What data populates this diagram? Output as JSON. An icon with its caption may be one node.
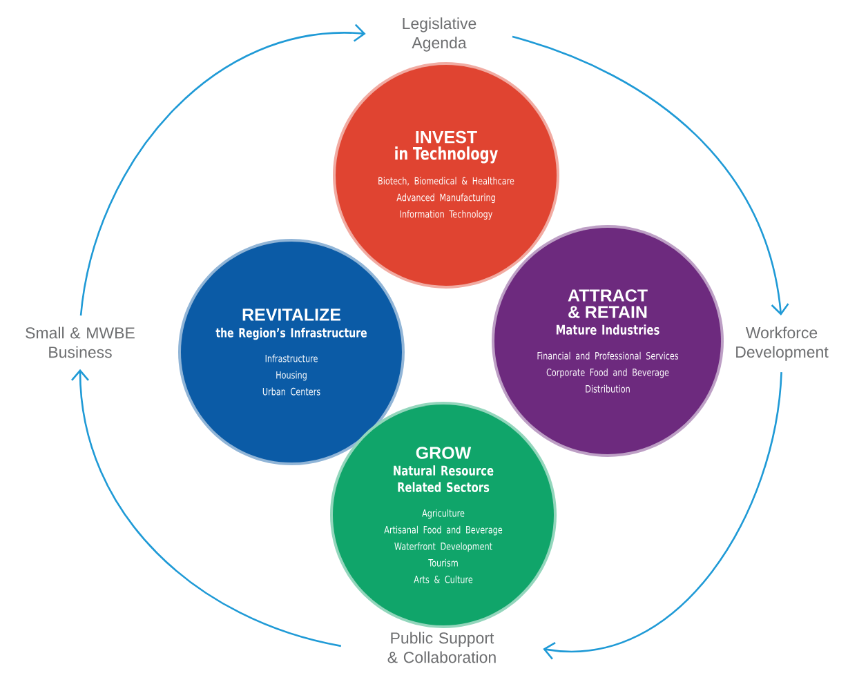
{
  "diagram": {
    "nodes": [
      {
        "text": [
          "INVEST",
          "in Technology",
          "Biotech, Biomedical & Healthcare",
          "Advanced Manufacturing",
          "Information Technology"
        ]
      },
      {
        "text": [
          "REVITALIZE",
          "the Region’s Infrastructure",
          "Infrastructure",
          "Housing",
          "Urban Centers"
        ]
      },
      {
        "text": [
          "ATTRACT & RETAIN",
          "Mature Industries",
          "Financial and Professional Services",
          "Corporate Food and Beverage",
          "Distribution"
        ]
      },
      {
        "text": [
          "GROW",
          "Natural Resource Related Sectors",
          "Agriculture",
          "Artisanal Food and Beverage",
          "Waterfront Development",
          "Tourism",
          "Arts & Culture"
        ]
      },
      {
        "text": [
          "Legislative Agenda"
        ]
      },
      {
        "text": [
          "Workforce Development"
        ]
      },
      {
        "text": [
          "Public Support & Collaboration"
        ]
      },
      {
        "text": [
          "Small & MWBE Business"
        ]
      }
    ],
    "edges": [
      {
        "from": 4,
        "to": 5,
        "arrow": "to"
      },
      {
        "from": 5,
        "to": 6,
        "arrow": "to"
      },
      {
        "from": 6,
        "to": 7,
        "arrow": "to"
      },
      {
        "from": 7,
        "to": 4,
        "arrow": "to"
      }
    ]
  }
}
